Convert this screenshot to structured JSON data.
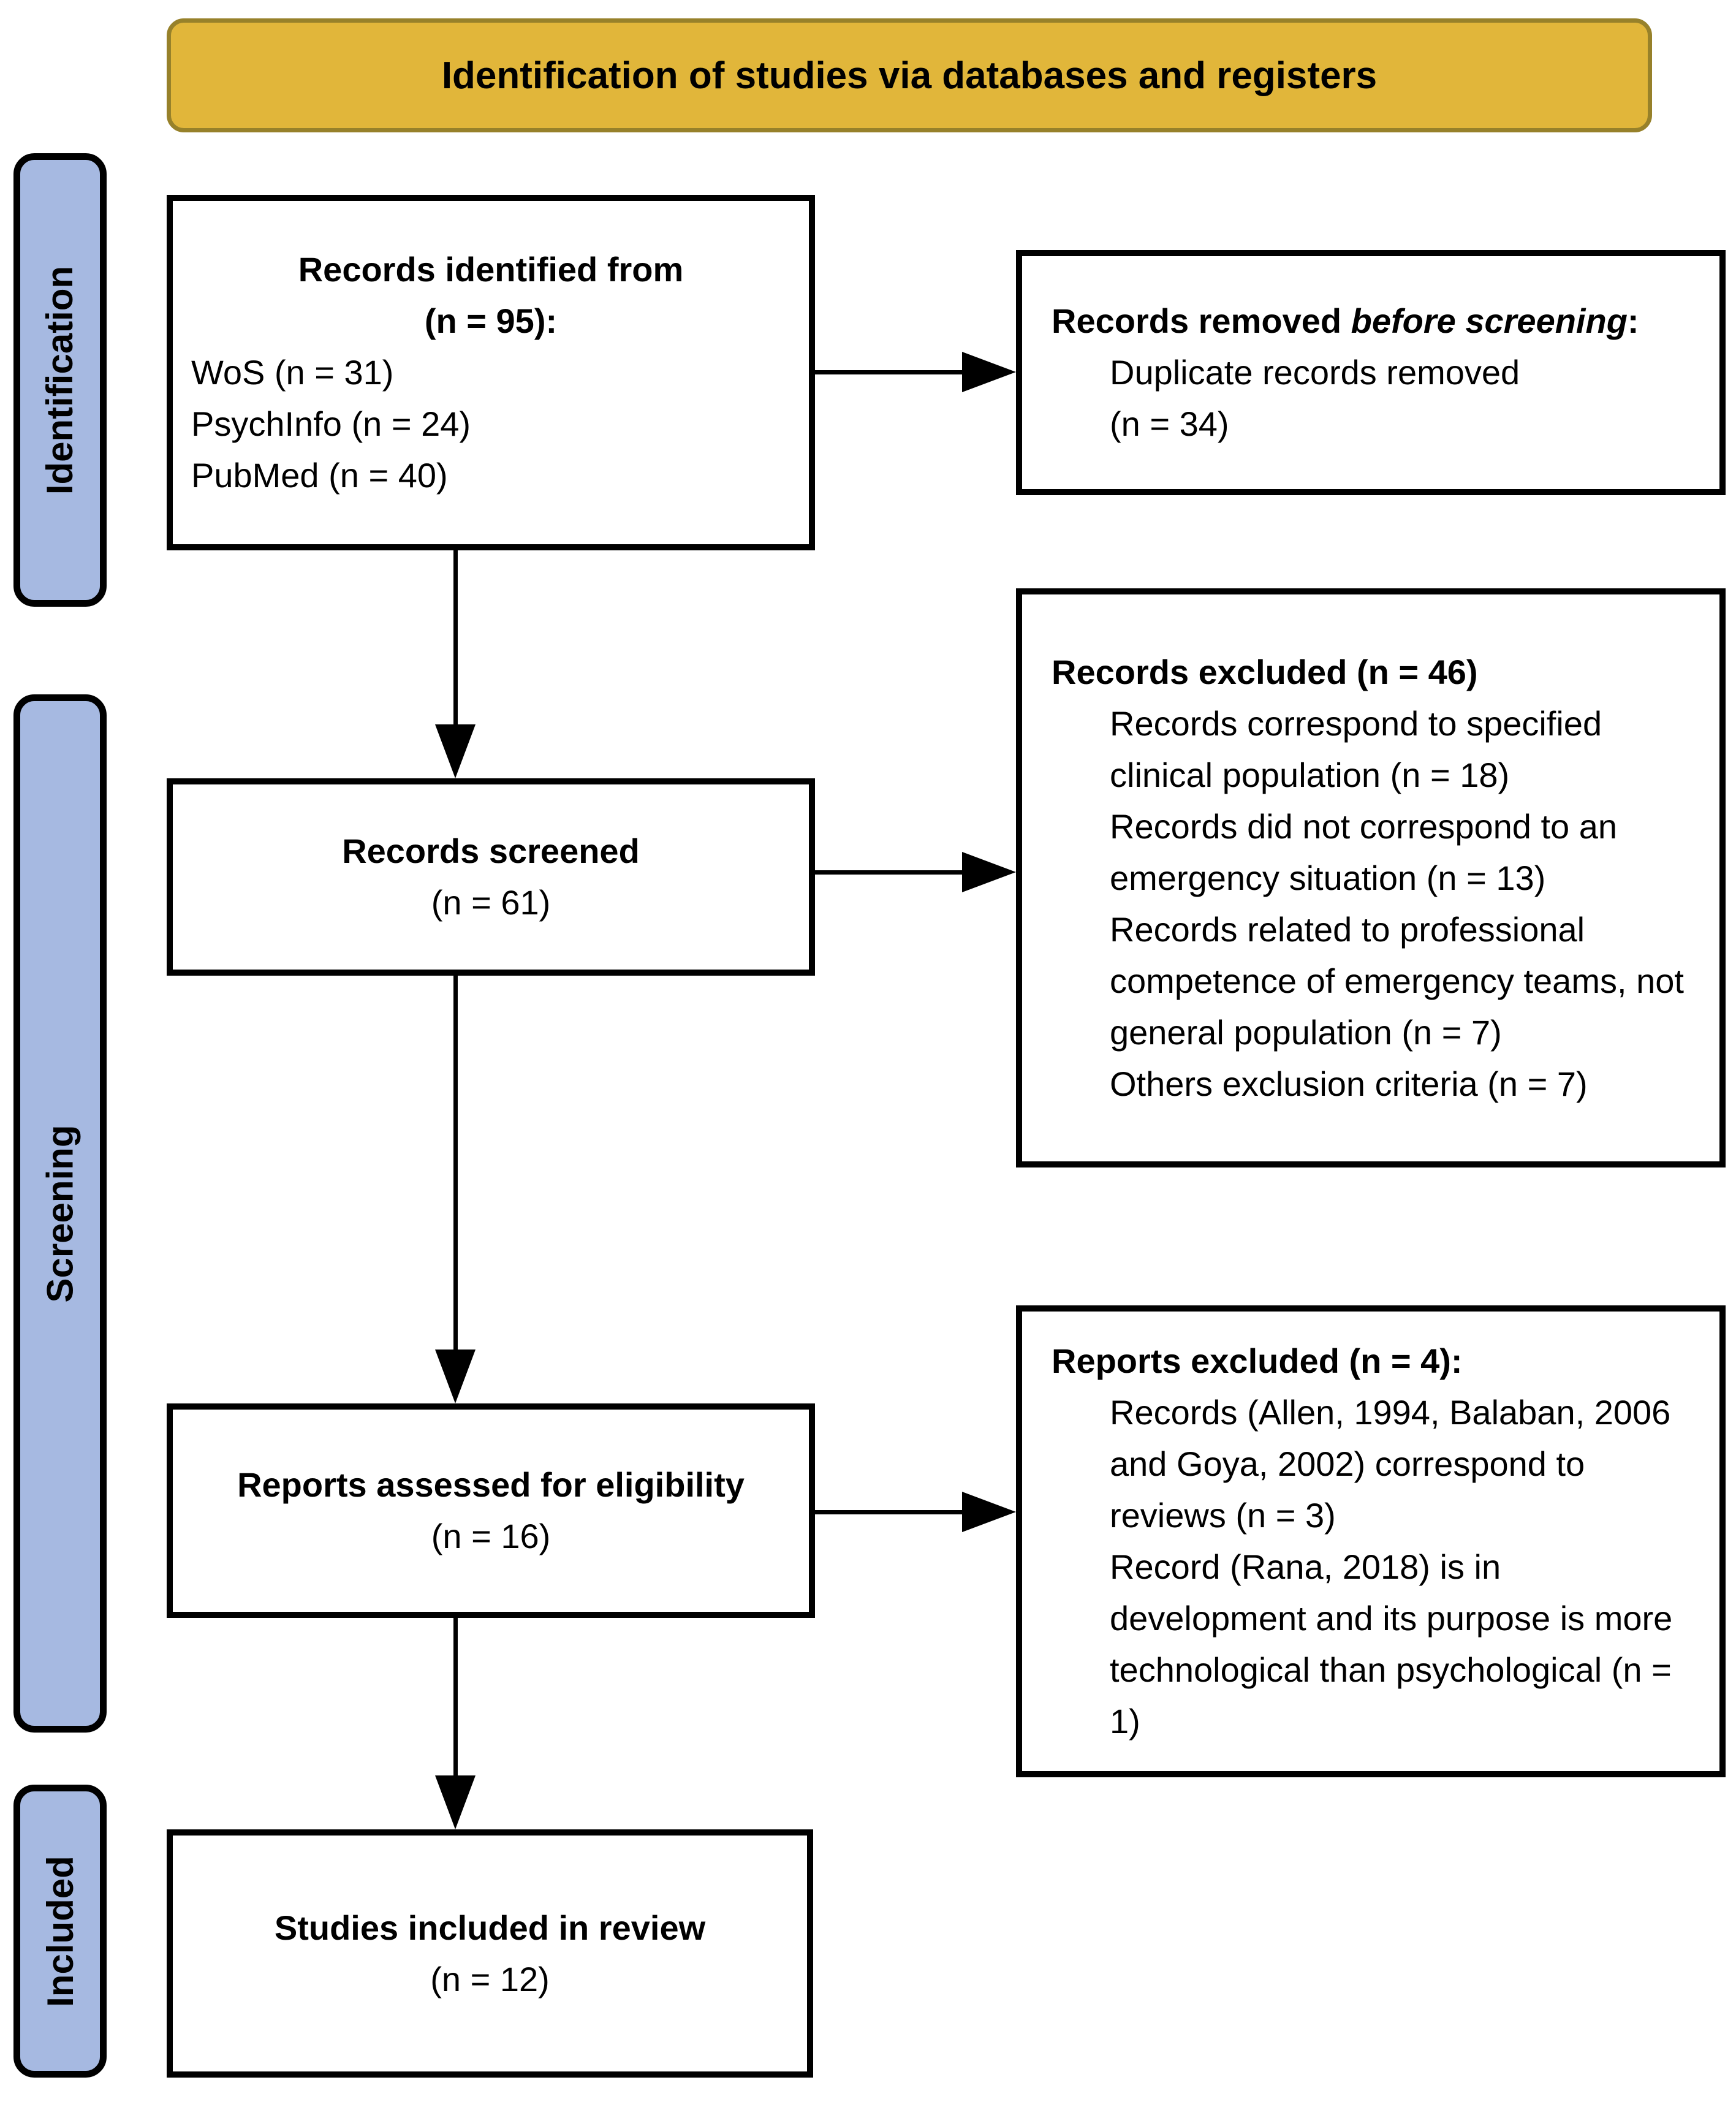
{
  "colors": {
    "banner-bg": "#e1b63a",
    "banner-border": "#97812a",
    "stage-bg": "#a6b9e1",
    "box-border": "#000000",
    "canvas-bg": "#ffffff"
  },
  "banner": {
    "label": "Identification of studies via databases and registers"
  },
  "sidebar": {
    "identification_label": "Identification",
    "screening_label": "Screening",
    "included_label": "Included"
  },
  "boxes": {
    "identified": {
      "heading_line1": "Records identified from",
      "heading_line2": "(n = 95):",
      "items": [
        "WoS (n = 31)",
        "PsychInfo (n = 24)",
        "PubMed (n = 40)"
      ]
    },
    "removed_before_screening": {
      "heading_prefix": "Records removed ",
      "heading_emphasis": "before screening",
      "heading_suffix": ":",
      "items": [
        "Duplicate records removed",
        "(n = 34)"
      ]
    },
    "screened": {
      "heading": "Records screened",
      "count": "(n = 61)"
    },
    "records_excluded": {
      "heading": "Records excluded (n = 46)",
      "items": [
        "Records correspond to specified clinical population (n = 18)",
        "Records did not correspond to an emergency situation (n = 13)",
        "Records related to professional competence of emergency teams, not general population (n = 7)",
        "Others exclusion criteria (n = 7)"
      ]
    },
    "assessed": {
      "heading": "Reports assessed for eligibility",
      "count": "(n = 16)"
    },
    "reports_excluded": {
      "heading": "Reports excluded (n = 4):",
      "items": [
        "Records (Allen, 1994, Balaban, 2006 and Goya, 2002) correspond to reviews (n = 3)",
        "Record (Rana, 2018) is in development and its purpose is more technological than psychological (n = 1)"
      ]
    },
    "included": {
      "heading": "Studies included in review",
      "count": "(n = 12)"
    }
  }
}
